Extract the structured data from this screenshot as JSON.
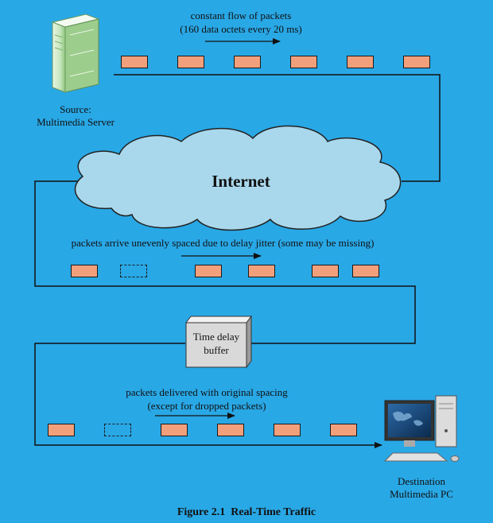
{
  "diagram": {
    "top_flow_label_line1": "constant flow of packets",
    "top_flow_label_line2": "(160 data octets every 20 ms)",
    "source_label_line1": "Source:",
    "source_label_line2": "Multimedia Server",
    "cloud_label": "Internet",
    "jitter_label": "packets arrive unevenly spaced due to delay jitter (some may be missing)",
    "buffer_label_line1": "Time delay",
    "buffer_label_line2": "buffer",
    "delivered_label_line1": "packets delivered with original spacing",
    "delivered_label_line2": "(except for dropped packets)",
    "destination_label_line1": "Destination",
    "destination_label_line2": "Multimedia PC",
    "caption": "Figure 2.1  Real-Time Traffic"
  },
  "colors": {
    "background": "#29a8e6",
    "packet_fill": "#f2a07b",
    "cloud_fill": "#a9d8ec",
    "buffer_fill": "#d9d9d9",
    "line": "#111111"
  },
  "icons": [
    "server-icon",
    "desktop-pc-icon",
    "internet-cloud-icon"
  ]
}
